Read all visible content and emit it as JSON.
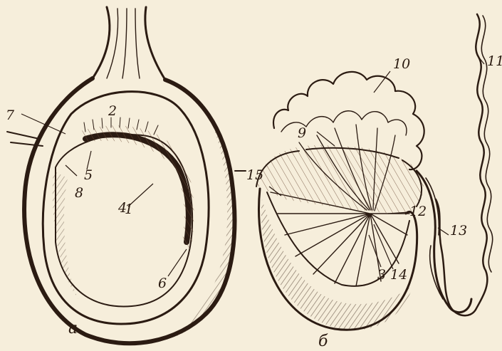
{
  "colors": {
    "paper": "#f6eedb",
    "ink": "#2b1b12",
    "shade": "#7a5a44"
  },
  "panels": {
    "a": "а",
    "b": "б"
  },
  "labels": {
    "l1": "1",
    "l2": "2",
    "l3": "3",
    "l4": "4",
    "l5": "5",
    "l6": "6",
    "l7": "7",
    "l8": "8",
    "l9": "9",
    "l10": "10",
    "l11": "11",
    "l12": "12",
    "l13": "13",
    "l14": "14",
    "l15": "15"
  }
}
